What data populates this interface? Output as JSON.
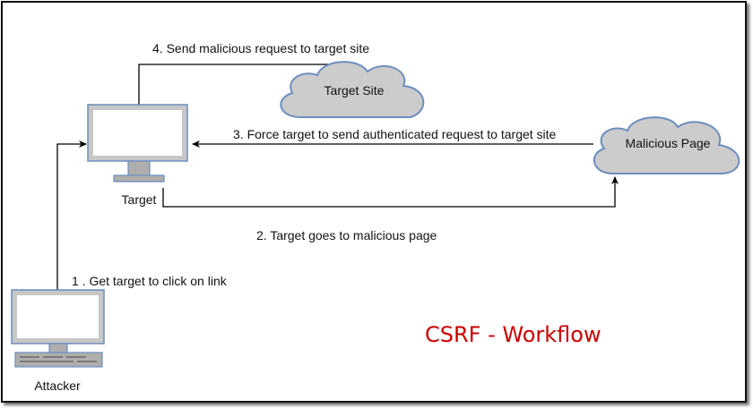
{
  "diagram": {
    "title": "CSRF - Workflow",
    "title_color": "#cc0000",
    "nodes": {
      "target": {
        "label": "Target",
        "icon": "monitor-icon"
      },
      "attacker": {
        "label": "Attacker",
        "icon": "desktop-computer-icon"
      },
      "target_site": {
        "label": "Target Site",
        "shape": "cloud"
      },
      "malicious_page": {
        "label": "Malicious Page",
        "shape": "cloud"
      }
    },
    "steps": [
      {
        "label": "1 . Get target to click on link",
        "from": "attacker",
        "to": "target"
      },
      {
        "label": "2. Target goes to malicious page",
        "from": "target",
        "to": "malicious_page"
      },
      {
        "label": "3. Force target to send authenticated request to target site",
        "from": "malicious_page",
        "to": "target"
      },
      {
        "label": "4. Send malicious request to target site",
        "from": "target",
        "to": "target_site"
      }
    ],
    "colors": {
      "cloud_fill": "#cccccc",
      "cloud_stroke": "#6c8ebf",
      "device_screen_border": "#6c8ebf",
      "device_body": "#aeaeae"
    }
  }
}
